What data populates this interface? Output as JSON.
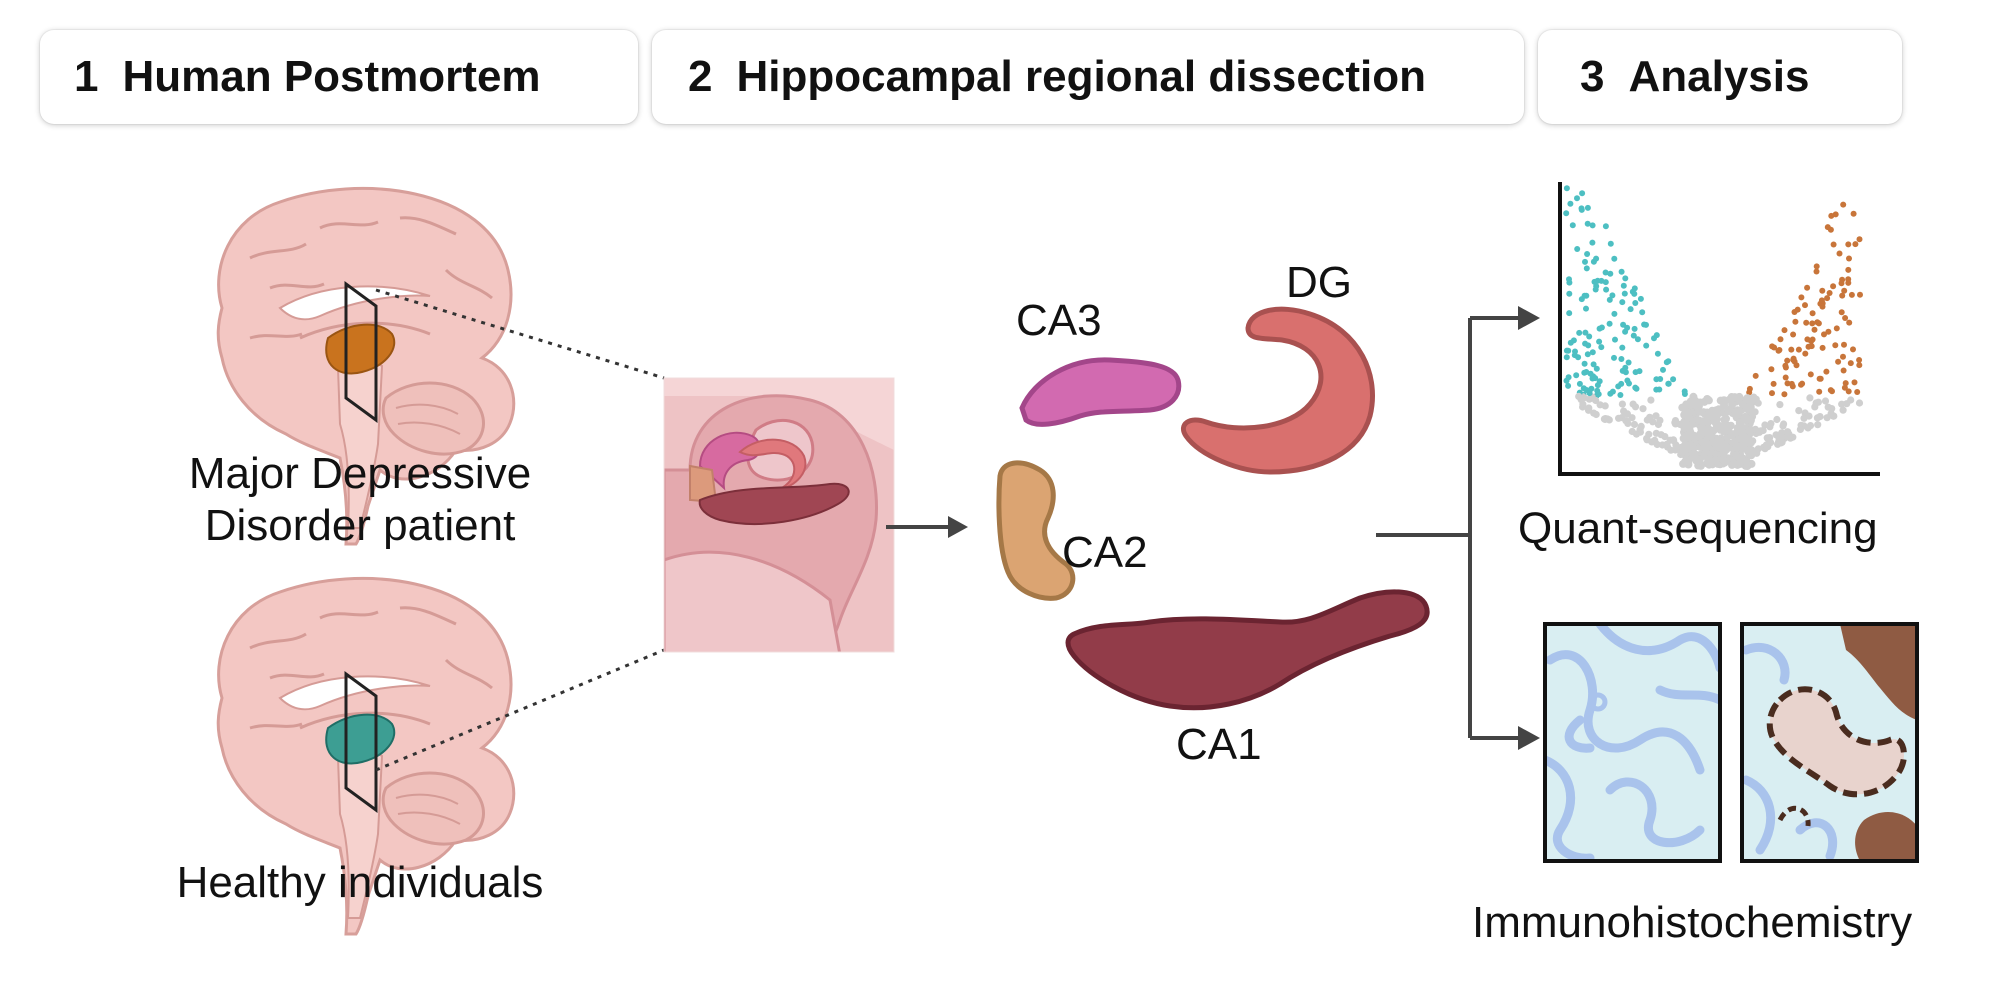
{
  "steps": [
    {
      "number": "1",
      "title": "Human Postmortem"
    },
    {
      "number": "2",
      "title": "Hippocampal regional dissection"
    },
    {
      "number": "3",
      "title": "Analysis"
    }
  ],
  "groups": {
    "patient_line1": "Major Depressive",
    "patient_line2": "Disorder patient",
    "healthy": "Healthy individuals"
  },
  "regions": {
    "ca3": "CA3",
    "dg": "DG",
    "ca2": "CA2",
    "ca1": "CA1"
  },
  "analysis": {
    "sequencing": "Quant-sequencing",
    "ihc": "Immunohistochemistry"
  },
  "colors": {
    "patient_hippocampus": "#c9731e",
    "healthy_hippocampus": "#3d9e93",
    "ca3": "#d26ab0",
    "dg": "#d9706e",
    "ca2": "#dba472",
    "ca1": "#923c49",
    "volcano_down": "#4dbfc2",
    "volcano_up": "#c8753a",
    "volcano_ns": "#cfcfcf"
  }
}
